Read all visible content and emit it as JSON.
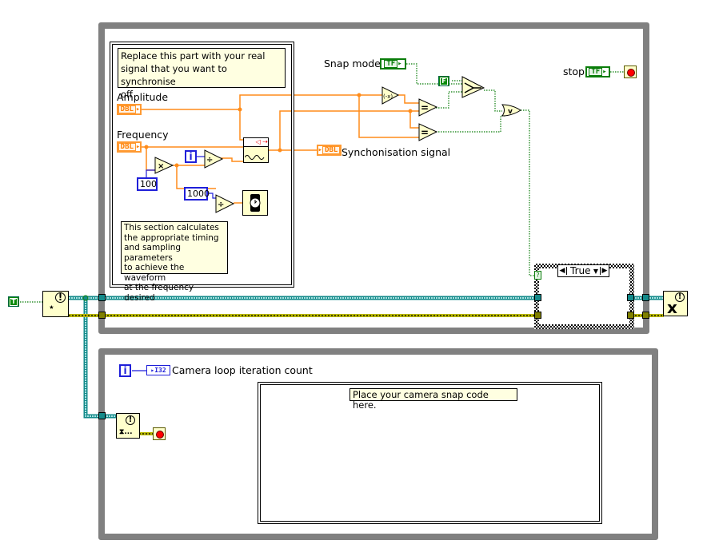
{
  "diagram": {
    "type": "LabVIEW block diagram",
    "comments": {
      "replace_signal": "Replace this part with your real\nsignal that you want to synchronise\noff",
      "timing_section": "This section calculates\nthe appropriate timing\nand sampling parameters\nto achieve the waveform\nat the frequency desired",
      "camera_snap": "Place your camera snap code here."
    },
    "controls": {
      "amplitude": {
        "label": "Amplitude",
        "type_text": "DBL"
      },
      "frequency": {
        "label": "Frequency",
        "type_text": "DBL"
      },
      "snap_mode": {
        "label": "Snap mode",
        "type_text": "TF"
      },
      "stop": {
        "label": "stop",
        "type_text": "TF"
      }
    },
    "indicators": {
      "sync_signal": {
        "label": "Synchonisation signal",
        "type_text": "DBL"
      },
      "camera_iter": {
        "label": "Camera loop iteration count",
        "type_text": "I32"
      }
    },
    "constants": {
      "multiplier": "100",
      "ms_divisor": "1000",
      "false_const": "F",
      "true_const": "T"
    },
    "iteration_terminal": "i",
    "case_structure": {
      "selected_case": "True"
    },
    "node_glyphs": {
      "multiply": "×",
      "divide": "÷",
      "equal": "=",
      "negate": "(-x)",
      "or": "v",
      "select": "?",
      "error": "!",
      "clear": "x",
      "occurrence": "⋆",
      "wait": "⧗..."
    },
    "colors": {
      "loop_border": "#808080",
      "dbl_wire": "#ff8c1a",
      "bool_wire": "#0a7d0a",
      "int_wire": "#1f1fd9",
      "error_wire": "#138a8a",
      "ref_wire": "#b8b800",
      "comment_bg": "#ffffe1",
      "node_bg": "#ffffcc"
    }
  }
}
